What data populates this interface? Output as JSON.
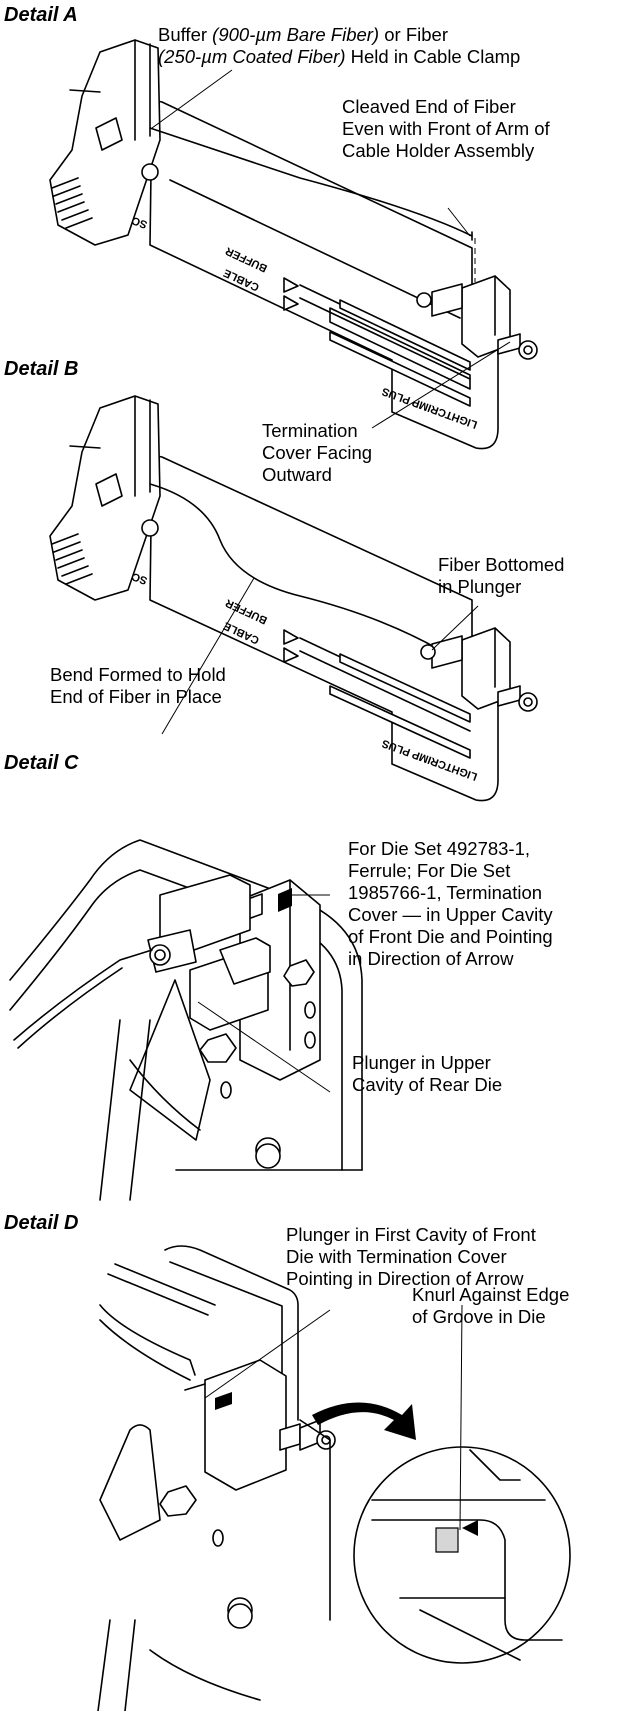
{
  "details": {
    "a": {
      "heading": "Detail A",
      "callout_buffer": {
        "l1_pre": "Buffer ",
        "l1_italic": "(900-µm Bare Fiber)",
        "l1_post": " or Fiber",
        "l2_italic": "(250-µm Coated Fiber)",
        "l2_post": " Held in Cable Clamp"
      },
      "callout_cleaved": [
        "Cleaved End of Fiber",
        "Even with Front of Arm of",
        "Cable Holder Assembly"
      ],
      "callout_termination": [
        "Termination",
        "Cover Facing",
        "Outward"
      ]
    },
    "b": {
      "heading": "Detail B",
      "callout_bottomed": [
        "Fiber Bottomed",
        "in Plunger"
      ],
      "callout_bend": [
        "Bend Formed to Hold",
        "End of Fiber in Place"
      ]
    },
    "c": {
      "heading": "Detail C",
      "callout_die": [
        "For Die Set 492783-1,",
        "Ferrule; For Die Set",
        "1985766-1, Termination",
        "Cover — in Upper Cavity",
        "of Front Die and Pointing",
        "in Direction of Arrow"
      ],
      "callout_plunger": [
        "Plunger in Upper",
        "Cavity of Rear Die"
      ]
    },
    "d": {
      "heading": "Detail D",
      "callout_plunger": [
        "Plunger in First Cavity of Front",
        "Die with Termination Cover",
        "Pointing in Direction of Arrow"
      ],
      "callout_knurl": [
        "Knurl Against Edge",
        "of Groove in Die"
      ]
    }
  },
  "tool_markings": {
    "sc": "SC",
    "buffer": "BUFFER",
    "cable": "CABLE",
    "brand": "LIGHTCRIMP PLUS"
  },
  "colors": {
    "line": "#000000",
    "background": "#ffffff",
    "shade": "#d6d6d6"
  }
}
